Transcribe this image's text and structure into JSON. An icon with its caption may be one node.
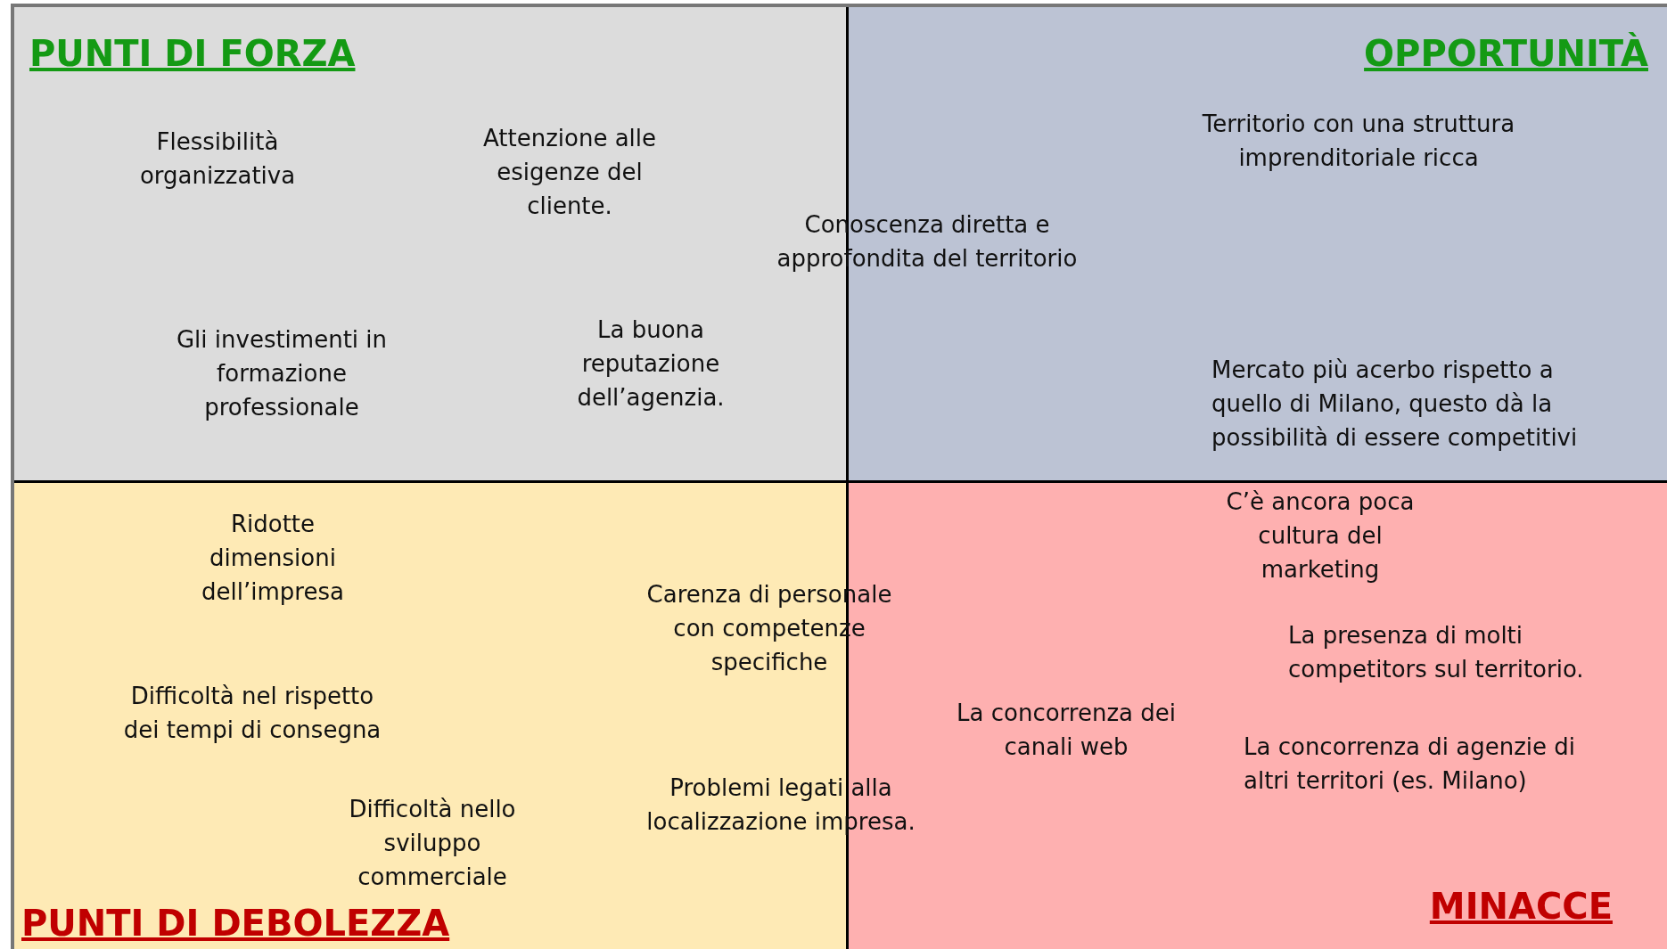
{
  "diagram": {
    "nodes": [
      {
        "text": [
          "PUNTI DI FORZA",
          "Flessibilità organizzativa",
          "Attenzione alle esigenze del cliente.",
          "Gli investimenti in formazione professionale",
          "La buona reputazione dell’agenzia."
        ]
      },
      {
        "text": [
          "OPPORTUNITÀ",
          "Territorio con una struttura imprenditoriale ricca",
          "Conoscenza diretta e approfondita del territorio",
          "Mercato più acerbo rispetto a quello di Milano, questo dà la possibilità di essere competitivi"
        ]
      },
      {
        "text": [
          "Ridotte dimensioni dell’impresa",
          "Carenza di personale con competenze specifiche",
          "Difficoltà nel rispetto dei tempi di consegna",
          "Problemi legati alla localizzazione impresa.",
          "Difficoltà nello sviluppo commerciale",
          "PUNTI DI DEBOLEZZA"
        ]
      },
      {
        "text": [
          "C’è ancora poca cultura del marketing",
          "La presenza di molti competitors sul territorio.",
          "La concorrenza dei canali web",
          "La concorrenza di agenzie di altri territori (es. Milano)",
          "MINACCE"
        ]
      }
    ]
  }
}
